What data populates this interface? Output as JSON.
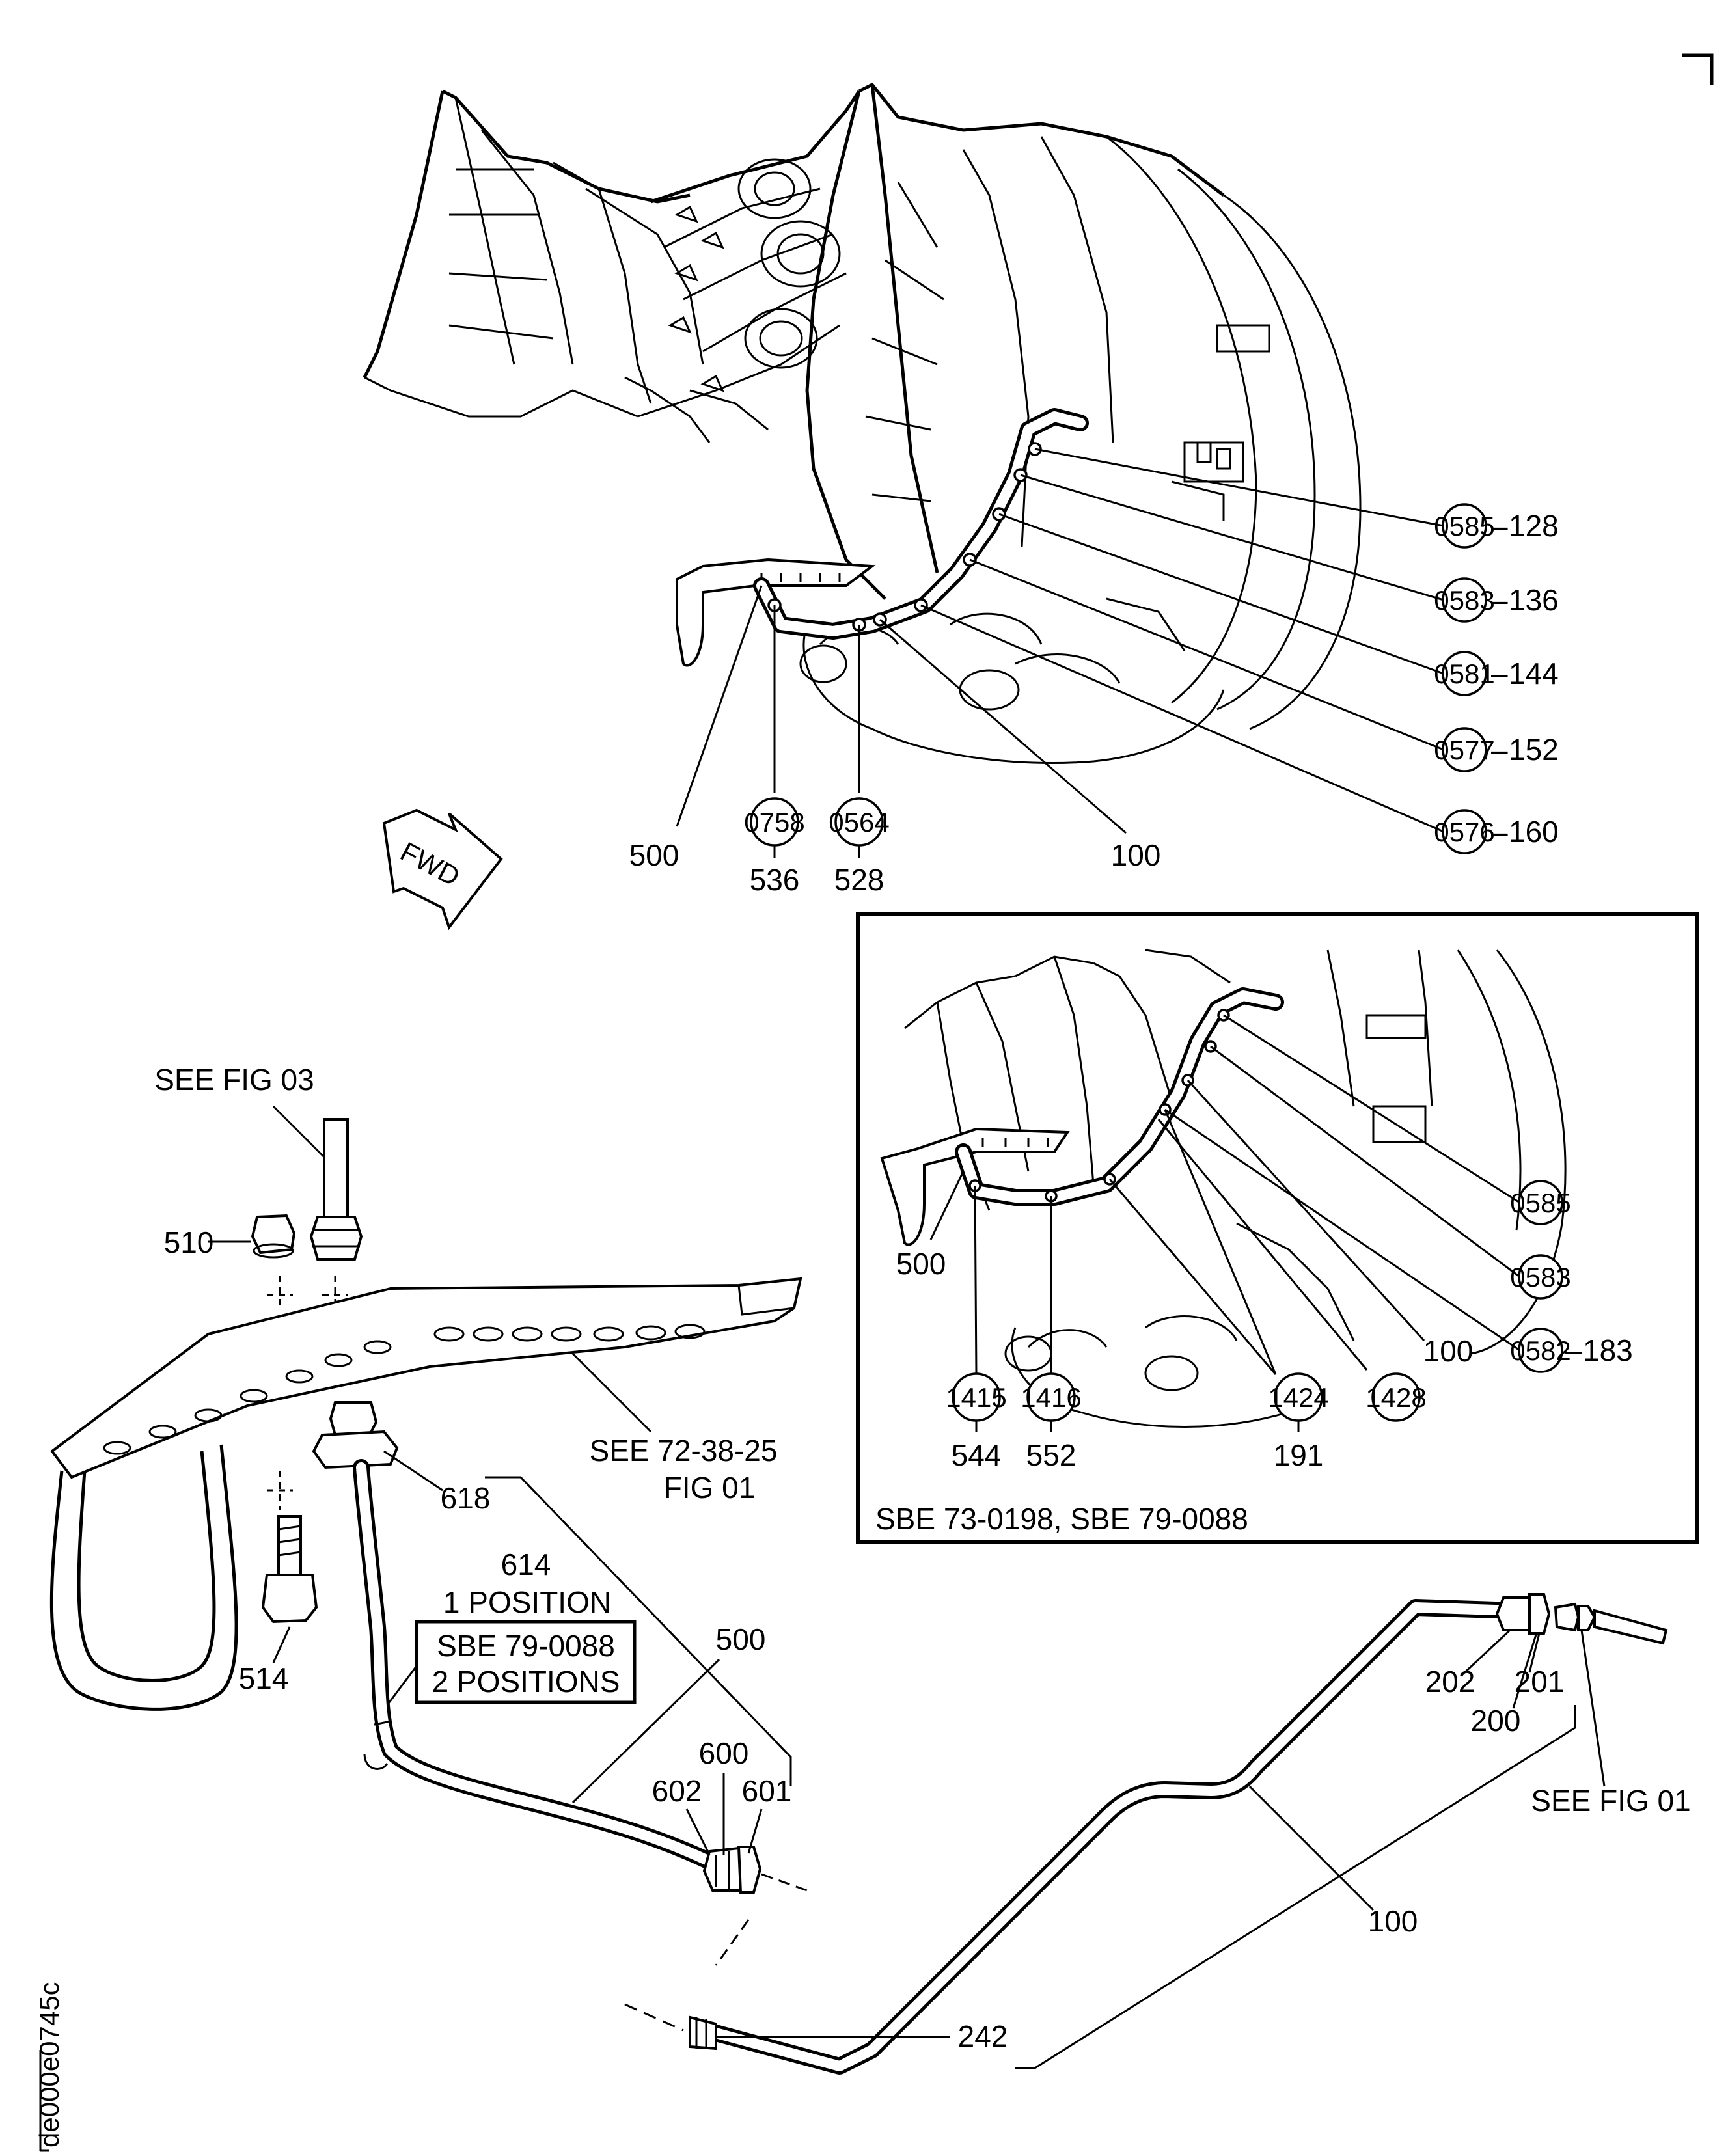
{
  "figure_code": "de000e0745c",
  "fwd_arrow": "FWD",
  "main_view": {
    "callouts": [
      {
        "code": "0585",
        "item": "128"
      },
      {
        "code": "0583",
        "item": "136"
      },
      {
        "code": "0581",
        "item": "144"
      },
      {
        "code": "0577",
        "item": "152"
      },
      {
        "code": "0576",
        "item": "160"
      }
    ],
    "bottom_codes": [
      "0758",
      "0564"
    ],
    "bottom_items": [
      "536",
      "528"
    ],
    "label_500": "500",
    "label_100": "100"
  },
  "inset_view": {
    "right_codes": [
      "0585",
      "0583"
    ],
    "right_code_item": {
      "code": "0582",
      "item": "183"
    },
    "label_100": "100",
    "label_500": "500",
    "bottom_codes": [
      "1415",
      "1416",
      "1424",
      "1428"
    ],
    "bottom_items": [
      "544",
      "552",
      "191"
    ],
    "sbe_note": "SBE 73-0198, SBE 79-0088"
  },
  "detail_view": {
    "see_fig_03": "SEE FIG 03",
    "see_72": "SEE 72-38-25",
    "see_72_fig": "FIG 01",
    "l510": "510",
    "l514": "514",
    "l618": "618",
    "l614": "614",
    "pos1": "1 POSITION",
    "sbe_box_line1": "SBE 79-0088",
    "sbe_box_line2": "2 POSITIONS",
    "l500": "500",
    "l600": "600",
    "l602": "602",
    "l601": "601"
  },
  "tube_view": {
    "l202": "202",
    "l201": "201",
    "l200": "200",
    "see_fig_01": "SEE FIG 01",
    "l100": "100",
    "l242": "242"
  }
}
